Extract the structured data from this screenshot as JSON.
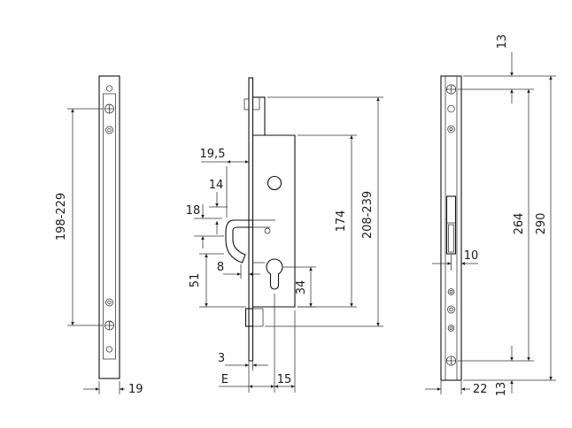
{
  "drawing": {
    "dims": {
      "screw_span_range": "198-229",
      "left_strip_width": "19",
      "hook_projection": "19,5",
      "dim_14": "14",
      "dim_18": "18",
      "dim_51": "51",
      "dim_8": "8",
      "dim_34": "34",
      "case_height": "174",
      "overall_range": "208-239",
      "faceplate_thickness": "3",
      "backset": "E",
      "dim_15": "15",
      "right_strip_width": "22",
      "right_top_offset": "13",
      "right_span": "264",
      "right_total": "290",
      "dim_10": "10",
      "right_bottom_offset": "13"
    }
  }
}
